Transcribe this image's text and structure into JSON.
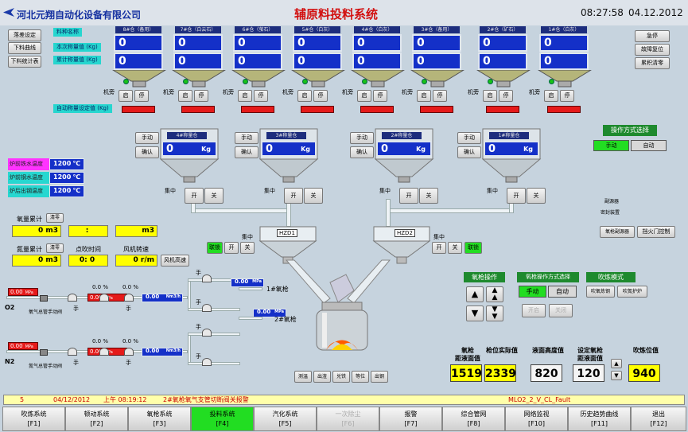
{
  "company": "河北元翔自动化设备有限公司",
  "title": "辅原料投料系统",
  "time": "08:27:58",
  "date": "04.12.2012",
  "left_buttons": [
    "落差设定",
    "下料曲线",
    "下料统计表"
  ],
  "material_labels": {
    "name": "料种名称",
    "this_weight": "本次称量值 (Kg)",
    "total_weight": "累计称量值 (Kg)",
    "auto_set": "自动称量设定值 (Kg)"
  },
  "bins": [
    {
      "label": "8#仓（备用）",
      "v1": "0",
      "v2": "0"
    },
    {
      "label": "7#仓（白云石）",
      "v1": "0",
      "v2": "0"
    },
    {
      "label": "6#仓（萤石）",
      "v1": "0",
      "v2": "0"
    },
    {
      "label": "5#仓（白灰）",
      "v1": "0",
      "v2": "0"
    },
    {
      "label": "4#仓（白灰）",
      "v1": "0",
      "v2": "0"
    },
    {
      "label": "3#仓（备用）",
      "v1": "0",
      "v2": "0"
    },
    {
      "label": "2#仓（矿石）",
      "v1": "0",
      "v2": "0"
    },
    {
      "label": "1#仓（白灰）",
      "v1": "0",
      "v2": "0"
    }
  ],
  "bin_controls": {
    "start": "启",
    "stop": "停",
    "machine": "机旁"
  },
  "right_buttons": [
    "急停",
    "故障复位",
    "累积清零"
  ],
  "op_mode": {
    "title": "操作方式选择",
    "manual": "手动",
    "auto": "自动"
  },
  "weigh_hoppers": [
    {
      "label": "4#称量仓",
      "value": "0",
      "unit": "Kg"
    },
    {
      "label": "3#称量仓",
      "value": "0",
      "unit": "Kg"
    },
    {
      "label": "2#称量仓",
      "value": "0",
      "unit": "Kg"
    },
    {
      "label": "1#称量仓",
      "value": "0",
      "unit": "Kg"
    }
  ],
  "hopper_buttons": {
    "manual": "手动",
    "confirm": "确认",
    "open": "开",
    "close": "关",
    "center": "集中"
  },
  "temps": [
    {
      "label": "炉前铁水温度",
      "value": "1200",
      "unit": "℃",
      "color": "#ff33ff"
    },
    {
      "label": "炉前钢水温度",
      "value": "1200",
      "unit": "℃",
      "color": "#27d7d0"
    },
    {
      "label": "炉后出钢温度",
      "value": "1200",
      "unit": "℃",
      "color": "#27d7d0"
    }
  ],
  "oxygen": {
    "label": "氧量累计",
    "clear": "清零",
    "value": "0",
    "unit": "m3",
    "mid": ":",
    "right_unit": "m3"
  },
  "nitrogen": {
    "label": "氮量累计",
    "clear": "清零",
    "value": "0",
    "unit": "m3",
    "blow_label": "点吹时间",
    "blow": "0:  0",
    "fan_label": "风机转速",
    "fan": "0",
    "fan_unit": "r/m",
    "fan_btn": "风机高速"
  },
  "hzd": [
    "HZD1",
    "HZD2"
  ],
  "hzd_controls": {
    "lock": "联锁",
    "open": "开",
    "close": "关"
  },
  "notes": [
    "副源器",
    "密封装置"
  ],
  "side_btns": [
    "氧枪副源器",
    "挡火门控制"
  ],
  "lance_op": {
    "title": "氧枪操作"
  },
  "lance_mode": {
    "title": "氧枪操作方式选择",
    "manual": "手动",
    "auto": "自动",
    "open": "开启",
    "close": "关闭"
  },
  "blow_mode": {
    "title": "吹炼模式",
    "a": "吹氧炼钢",
    "b": "吹氮护炉"
  },
  "lines": [
    {
      "name": "O2",
      "p1": "0.00",
      "p2": "0.00",
      "pct1": "0.0 %",
      "pct2": "0.0 %",
      "flow": "0.00",
      "flow_unit": "Nm3/h",
      "valve": "氧气总管手动阀",
      "pu": "MPa"
    },
    {
      "name": "N2",
      "p1": "0.00",
      "p2": "0.00",
      "pct1": "0.0 %",
      "pct2": "0.0 %",
      "flow": "0.00",
      "flow_unit": "Nm3/h",
      "valve": "氮气总管手动阀",
      "pu": "MPa"
    }
  ],
  "lance_press": [
    {
      "value": "0.00",
      "unit": "MPa",
      "label": "1#氧枪"
    },
    {
      "value": "0.00",
      "unit": "MPa",
      "label": "2#氧枪"
    }
  ],
  "hand": "手",
  "converter_buttons": [
    "测温",
    "出渣",
    "兑铁",
    "等位",
    "出钢"
  ],
  "readouts": [
    {
      "label": "氧枪\n距液面值",
      "value": "1519",
      "bg": "#ffff00"
    },
    {
      "label": "枪位实际值",
      "value": "2339",
      "bg": "#ffff00"
    },
    {
      "label": "液面高度值",
      "value": "820",
      "bg": "#f4f4f4"
    },
    {
      "label": "设定氧枪\n距液面值",
      "value": "120",
      "bg": "#f4f4f4"
    },
    {
      "label": "吹炼位值",
      "value": "940",
      "bg": "#ffff00"
    }
  ],
  "alarm": {
    "num": "5",
    "date": "04/12/2012",
    "time": "上午 08:19:12",
    "msg": "2#氧枪氧气支管切断阀关报警",
    "tag": "MLO2_2_V_CL_Fault"
  },
  "fkeys": [
    {
      "label": "吹炼系统",
      "key": "[F1]"
    },
    {
      "label": "顿动系统",
      "key": "[F2]"
    },
    {
      "label": "氧枪系统",
      "key": "[F3]"
    },
    {
      "label": "投料系统",
      "key": "[F4]",
      "active": true
    },
    {
      "label": "汽化系统",
      "key": "[F5]"
    },
    {
      "label": "一次除尘",
      "key": "[F6]",
      "disabled": true
    },
    {
      "label": "报警",
      "key": "[F7]"
    },
    {
      "label": "综合管网",
      "key": "[F8]"
    },
    {
      "label": "网络监视",
      "key": "[F10]"
    },
    {
      "label": "历史趋势曲线",
      "key": "[F11]"
    },
    {
      "label": "退出",
      "key": "[F12]"
    }
  ],
  "colors": {
    "bg": "#c6d3de",
    "blue_value": "#1430c8",
    "yellow": "#ffff00",
    "active_key": "#22dd22"
  }
}
